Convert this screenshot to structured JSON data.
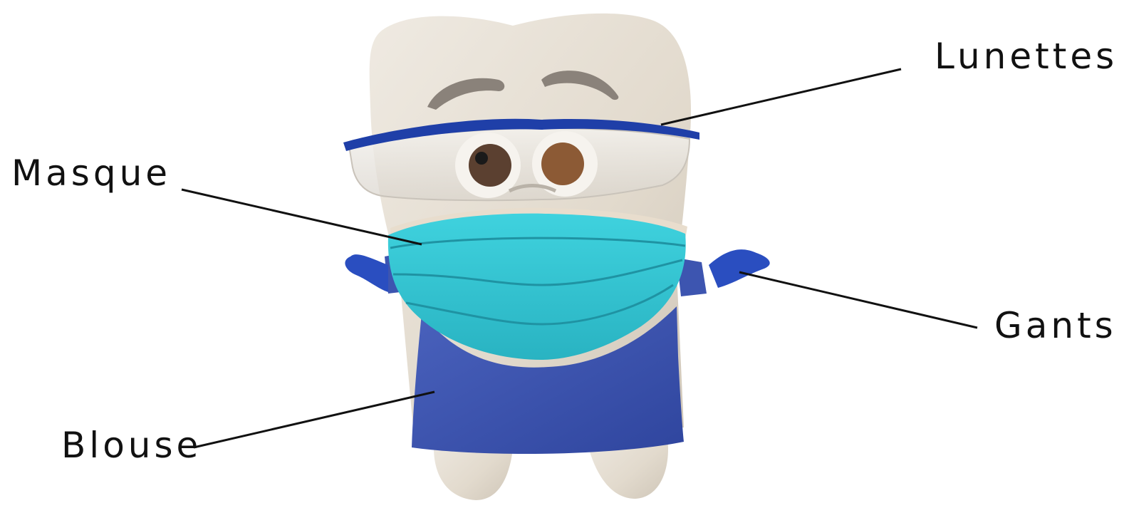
{
  "labels": {
    "lunettes": "Lunettes",
    "masque": "Masque",
    "gants": "Gants",
    "blouse": "Blouse"
  },
  "colors": {
    "background": "#ffffff",
    "tooth": "#e6dfd4",
    "tooth_shadow": "#cfc6b8",
    "eyebrow": "#8a827a",
    "glasses_frame": "#1f3fa8",
    "mask": "#35c9d6",
    "mask_fold": "#1f93a3",
    "gown": "#3d55b0",
    "glove": "#2a4ec0",
    "leader_line": "#111111"
  },
  "icons": [
    "tooth-mascot-illustration"
  ]
}
